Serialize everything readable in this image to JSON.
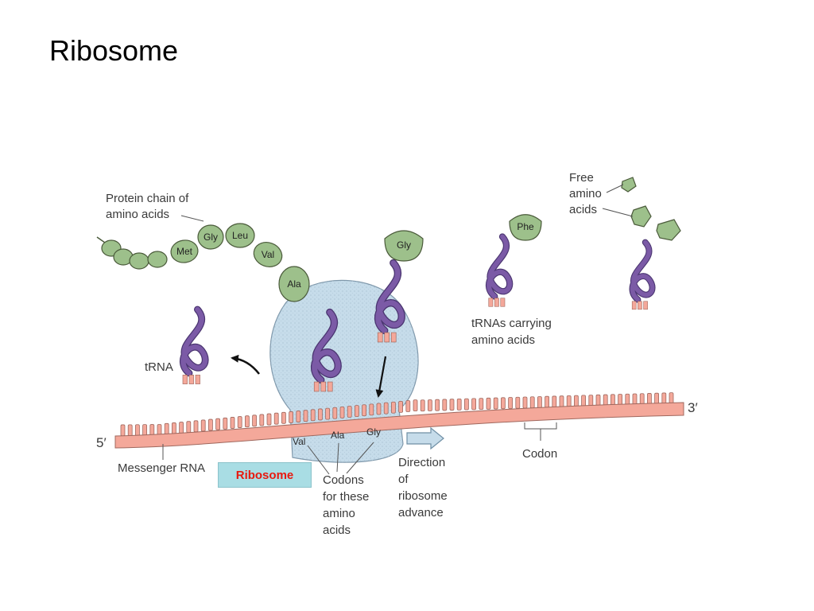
{
  "slide": {
    "title": "Ribosome"
  },
  "labels": {
    "protein_chain": [
      "Protein chain of",
      "amino acids"
    ],
    "free_amino": [
      "Free",
      "amino",
      "acids"
    ],
    "trnas_carrying": [
      "tRNAs carrying",
      "amino acids"
    ],
    "trna": "tRNA",
    "five_prime": "5′",
    "three_prime": "3′",
    "messenger_rna": "Messenger RNA",
    "codon": "Codon",
    "codons_for": [
      "Codons",
      "for these",
      "amino",
      "acids"
    ],
    "direction": [
      "Direction",
      "of",
      "ribosome",
      "advance"
    ],
    "ribosome_callout": "Ribosome"
  },
  "amino_acids": {
    "chain": [
      "Met",
      "Gly",
      "Leu",
      "Val",
      "Ala"
    ],
    "incoming": "Gly",
    "carried": "Phe"
  },
  "codon_labels": [
    "Val",
    "Ala",
    "Gly"
  ],
  "colors": {
    "amino_acid": "#9dc08b",
    "amino_outline": "#4a5a3a",
    "trna": "#7b5aa6",
    "mrna": "#f4a89a",
    "ribosome": "#c6dcea",
    "callout_bg": "#a9dde4",
    "callout_text": "#e8190f"
  }
}
